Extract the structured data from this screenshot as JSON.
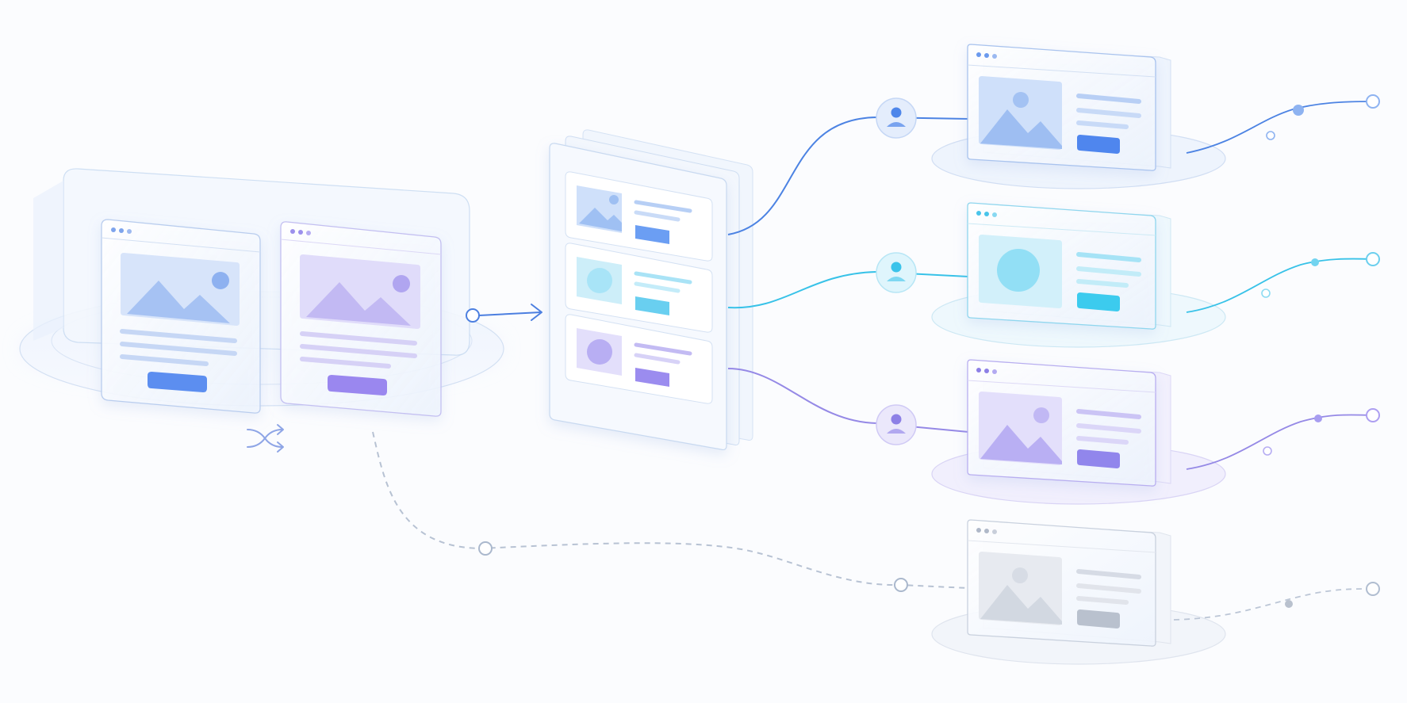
{
  "palette": {
    "background": "#fbfcfe",
    "blue": "#4f86ee",
    "blue_light": "#a9c6f7",
    "cyan": "#3ccbee",
    "cyan_light": "#a6e6f7",
    "purple": "#9186ec",
    "purple_light": "#c9c2f5",
    "gray": "#b4bccb",
    "gray_light": "#dfe3ea",
    "frame": "#c9d9ef",
    "dashed_line": "#b7c2d3"
  },
  "diagram": {
    "ab_test_stage": {
      "icon": "shuffle-icon",
      "variants": [
        {
          "accent": "blue"
        },
        {
          "accent": "purple"
        }
      ]
    },
    "content_stack": {
      "icon": "layers-icon",
      "cards": [
        {
          "thumb": "mountain-image",
          "accent": "blue"
        },
        {
          "thumb": "circle-image",
          "accent": "cyan"
        },
        {
          "thumb": "circle-image",
          "accent": "purple"
        }
      ]
    },
    "audience_branches": [
      {
        "audience_icon": "user-icon",
        "accent": "blue",
        "thumb": "mountain-image",
        "line": "solid"
      },
      {
        "audience_icon": "user-icon",
        "accent": "cyan",
        "thumb": "circle-image",
        "line": "solid"
      },
      {
        "audience_icon": "user-icon",
        "accent": "purple",
        "thumb": "mountain-image",
        "line": "solid"
      },
      {
        "audience_icon": "none",
        "accent": "gray",
        "thumb": "mountain-image",
        "line": "dashed"
      }
    ]
  }
}
